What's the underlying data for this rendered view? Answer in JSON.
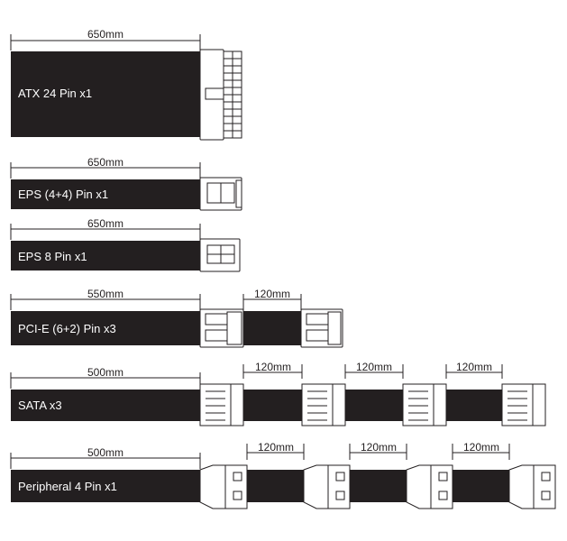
{
  "colors": {
    "cable": "#231f20",
    "background": "#ffffff",
    "label_text": "#ffffff",
    "dimension_text": "#231f20"
  },
  "cables": [
    {
      "id": "atx",
      "name": "ATX 24 Pin x1",
      "main_length": "650mm",
      "connector": "atx-24pin"
    },
    {
      "id": "eps44",
      "name": "EPS (4+4) Pin x1",
      "main_length": "650mm",
      "connector": "eps-4plus4"
    },
    {
      "id": "eps8",
      "name": "EPS 8 Pin x1",
      "main_length": "650mm",
      "connector": "eps-8pin"
    },
    {
      "id": "pcie",
      "name": "PCI-E (6+2) Pin x3",
      "main_length": "550mm",
      "connector": "pcie-6plus2",
      "segment_lengths": [
        "120mm"
      ]
    },
    {
      "id": "sata",
      "name": "SATA x3",
      "main_length": "500mm",
      "connector": "sata",
      "segment_lengths": [
        "120mm",
        "120mm",
        "120mm"
      ]
    },
    {
      "id": "periph",
      "name": "Peripheral 4 Pin x1",
      "main_length": "500mm",
      "connector": "molex-4pin",
      "segment_lengths": [
        "120mm",
        "120mm",
        "120mm"
      ]
    }
  ]
}
